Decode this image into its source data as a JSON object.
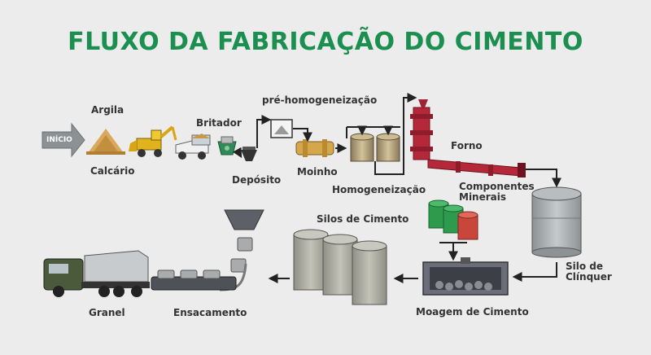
{
  "title": "FLUXO DA FABRICAÇÃO DO CIMENTO",
  "start_label": "INÍCIO",
  "labels": {
    "argila": "Argila",
    "calcario": "Calcário",
    "britador": "Britador",
    "pre_homogeneizacao": "pré-homogeneização",
    "deposito": "Depósito",
    "moinho": "Moinho",
    "homogeneizacao": "Homogeneização",
    "forno": "Forno",
    "componentes_1": "Componentes",
    "componentes_2": "Minerais",
    "silo_clinquer_1": "Silo de",
    "silo_clinquer_2": "Clínquer",
    "silos_cimento": "Silos de Cimento",
    "moagem": "Moagem de Cimento",
    "ensacamento": "Ensacamento",
    "granel": "Granel"
  },
  "colors": {
    "title": "#1a8f4f",
    "background": "#ececec",
    "arrow": "#222222",
    "kiln": "#b5283a",
    "silo": "#a9aeb0",
    "mineral_green": "#2e9a4c",
    "mineral_red": "#c8473a",
    "truck": "#4a5a3a"
  }
}
